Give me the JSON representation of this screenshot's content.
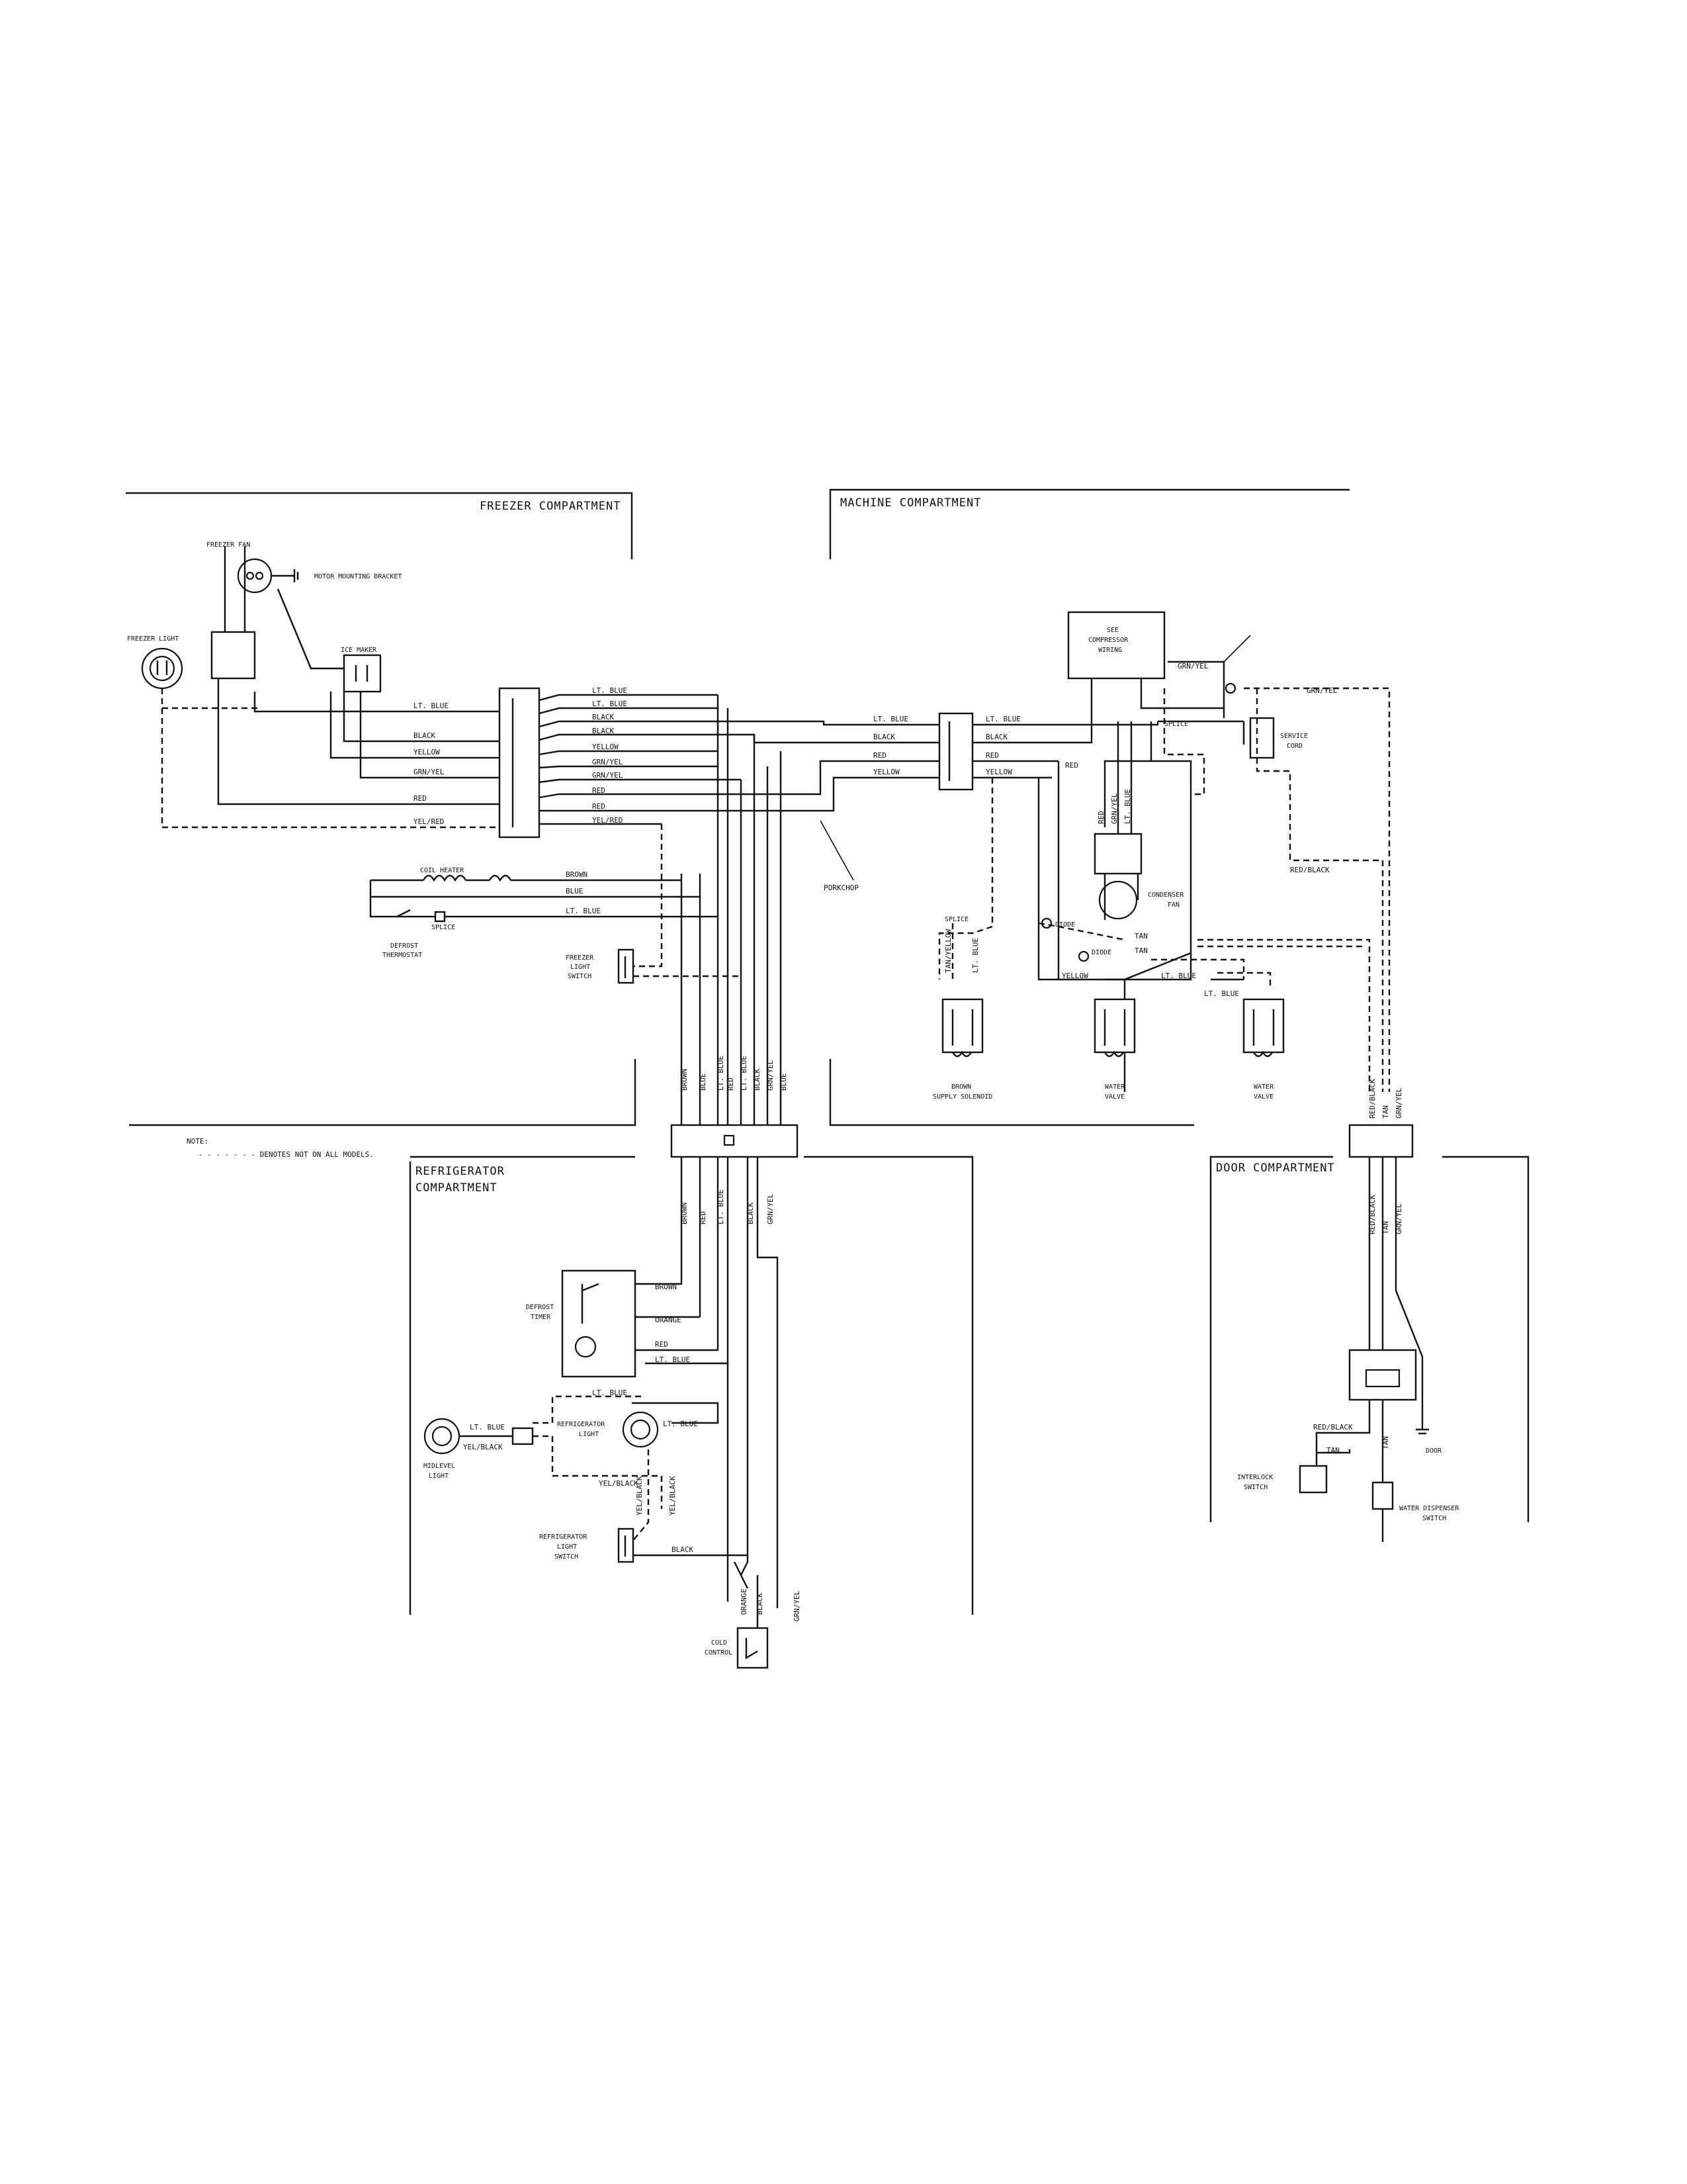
{
  "sections": {
    "freezer": "FREEZER COMPARTMENT",
    "machine": "MACHINE COMPARTMENT",
    "refrigerator_1": "REFRIGERATOR",
    "refrigerator_2": "COMPARTMENT",
    "door": "DOOR COMPARTMENT"
  },
  "note": {
    "heading": "NOTE:",
    "text": "- - - - - - - DENOTES NOT ON ALL MODELS."
  },
  "components": {
    "freezer_fan": "FREEZER FAN",
    "motor_bracket": "MOTOR MOUNTING BRACKET",
    "freezer_light": "FREEZER LIGHT",
    "ice_maker": "ICE MAKER",
    "coil_heater": "COIL HEATER",
    "splice": "SPLICE",
    "defrost_thermostat_1": "DEFROST",
    "defrost_thermostat_2": "THERMOSTAT",
    "freezer_light_switch_1": "FREEZER",
    "freezer_light_switch_2": "LIGHT",
    "freezer_light_switch_3": "SWITCH",
    "porkchop": "PORKCHOP",
    "compressor_1": "SEE",
    "compressor_2": "COMPRESSOR",
    "compressor_3": "WIRING",
    "service_cord_1": "SERVICE",
    "service_cord_2": "CORD",
    "condenser_fan_1": "CONDENSER",
    "condenser_fan_2": "FAN",
    "diode": "DIODE",
    "supply_solenoid_1": "BROWN",
    "supply_solenoid_2": "SUPPLY SOLENOID",
    "water_valve_1": "WATER",
    "water_valve_2": "VALVE",
    "defrost_timer_1": "DEFROST",
    "defrost_timer_2": "TIMER",
    "midlevel_light_1": "MIDLEVEL",
    "midlevel_light_2": "LIGHT",
    "refrigerator_light_1": "REFRIGERATOR",
    "refrigerator_light_2": "LIGHT",
    "refrigerator_light_switch_1": "REFRIGERATOR",
    "refrigerator_light_switch_2": "LIGHT",
    "refrigerator_light_switch_3": "SWITCH",
    "cold_control_1": "COLD",
    "cold_control_2": "CONTROL",
    "interlock_switch_1": "INTERLOCK",
    "interlock_switch_2": "SWITCH",
    "water_dispenser_switch_1": "WATER DISPENSER",
    "water_dispenser_switch_2": "SWITCH",
    "door": "DOOR"
  },
  "wires": {
    "lt_blue": "LT. BLUE",
    "black": "BLACK",
    "yellow": "YELLOW",
    "grn_yel": "GRN/YEL",
    "red": "RED",
    "yel_red": "YEL/RED",
    "brown": "BROWN",
    "blue": "BLUE",
    "orange": "ORANGE",
    "tan": "TAN",
    "tan_yellow": "TAN/YELLOW",
    "red_black": "RED/BLACK",
    "yel_black": "YEL/BLACK"
  }
}
